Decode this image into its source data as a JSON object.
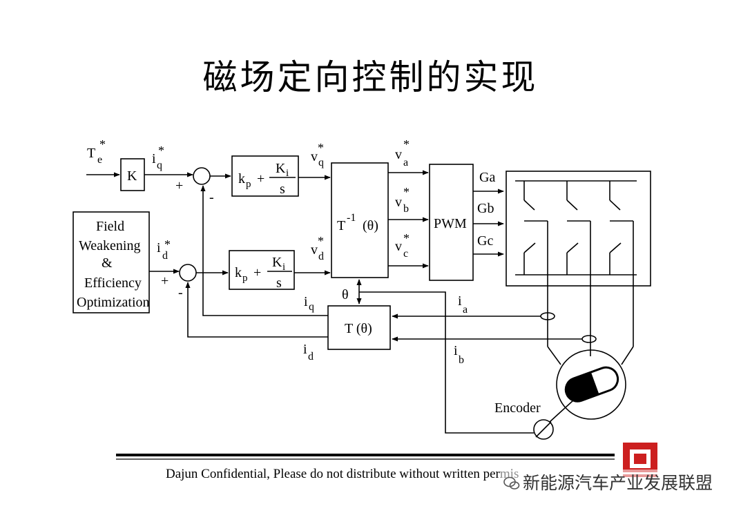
{
  "title": "磁场定向控制的实现",
  "footer": "Dajun Confidential, Please do not distribute without written permis",
  "watermark": "新能源汽车产业发展联盟",
  "labels": {
    "Te": "T",
    "Te_sub": "e",
    "star": "*",
    "K": "K",
    "iq": "i",
    "iq_sub": "q",
    "id": "i",
    "id_sub": "d",
    "plus": "+",
    "minus": "-",
    "fw1": "Field",
    "fw2": "Weakening",
    "fw3": "&",
    "fw4": "Efficiency",
    "fw5": "Optimization",
    "kp": "k",
    "kp_sub": "p",
    "kp_plus": "+",
    "Ki": "K",
    "Ki_sub": "i",
    "s": "s",
    "vq": "v",
    "vq_sub": "q",
    "vd": "v",
    "vd_sub": "d",
    "Tinv": "T",
    "Tinv_sup": "-1",
    "theta_arg": "(θ)",
    "va": "v",
    "va_sub": "a",
    "vb": "v",
    "vb_sub": "b",
    "vc": "v",
    "vc_sub": "c",
    "PWM": "PWM",
    "Ga": "Ga",
    "Gb": "Gb",
    "Gc": "Gc",
    "theta": "θ",
    "T_theta": "T (θ)",
    "ia": "i",
    "ia_sub": "a",
    "ib": "i",
    "ib_sub": "b",
    "iq_fb": "i",
    "iq_fb_sub": "q",
    "id_fb": "i",
    "id_fb_sub": "d",
    "encoder": "Encoder"
  },
  "colors": {
    "logo": "#cc1f1f",
    "stroke": "#000000"
  }
}
